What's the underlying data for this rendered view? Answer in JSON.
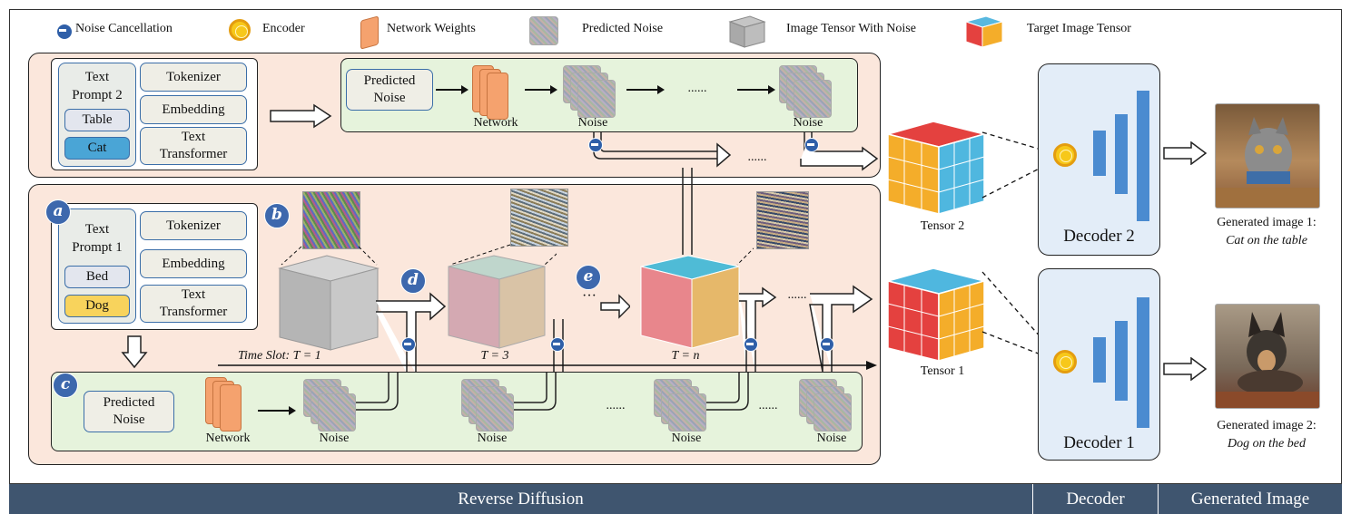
{
  "legend": {
    "noise_cancellation": "Noise Cancellation",
    "encoder": "Encoder",
    "network_weights": "Network Weights",
    "predicted_noise": "Predicted Noise",
    "image_tensor_with_noise": "Image Tensor With Noise",
    "target_image_tensor": "Target Image Tensor"
  },
  "top_panel": {
    "prompt_title": "Text\nPrompt 2",
    "word1": "Table",
    "word2": "Cat",
    "tokenizer": "Tokenizer",
    "embedding": "Embedding",
    "text_transformer": "Text\nTransformer",
    "predicted_noise": "Predicted\nNoise",
    "network": "Network",
    "noise1": "Noise",
    "ellipsis": "......",
    "noise2": "Noise",
    "ellipsis2": "......"
  },
  "main_panel": {
    "badge_a": "a",
    "badge_b": "b",
    "badge_c": "c",
    "badge_d": "d",
    "badge_e": "e",
    "prompt_title": "Text\nPrompt 1",
    "word1": "Bed",
    "word2": "Dog",
    "tokenizer": "Tokenizer",
    "embedding": "Embedding",
    "text_transformer": "Text\nTransformer",
    "time_slot": "Time Slot:  T = 1",
    "t3": "T = 3",
    "tn": "T = n",
    "dots1": "···",
    "dots2": "......",
    "predicted_noise": "Predicted\nNoise",
    "network": "Network",
    "noise_labels": [
      "Noise",
      "Noise",
      "Noise",
      "Noise"
    ],
    "dotsb1": "......",
    "dotsb2": "......"
  },
  "tensors": {
    "tensor2": "Tensor 2",
    "tensor1": "Tensor 1"
  },
  "decoders": {
    "decoder2": "Decoder 2",
    "decoder1": "Decoder 1"
  },
  "outputs": {
    "gen1_title": "Generated image 1:",
    "gen1_caption": "Cat on the table",
    "gen2_title": "Generated image 2:",
    "gen2_caption": "Dog on the bed"
  },
  "bottom_bar": {
    "reverse_diffusion": "Reverse Diffusion",
    "decoder": "Decoder",
    "generated_image": "Generated Image"
  },
  "colors": {
    "peach": "#fbe7dc",
    "green": "#e6f3dc",
    "blue_accent": "#3d68ad",
    "decoder_bg": "#e3edf8",
    "bottom_bar": "#3f556f"
  }
}
